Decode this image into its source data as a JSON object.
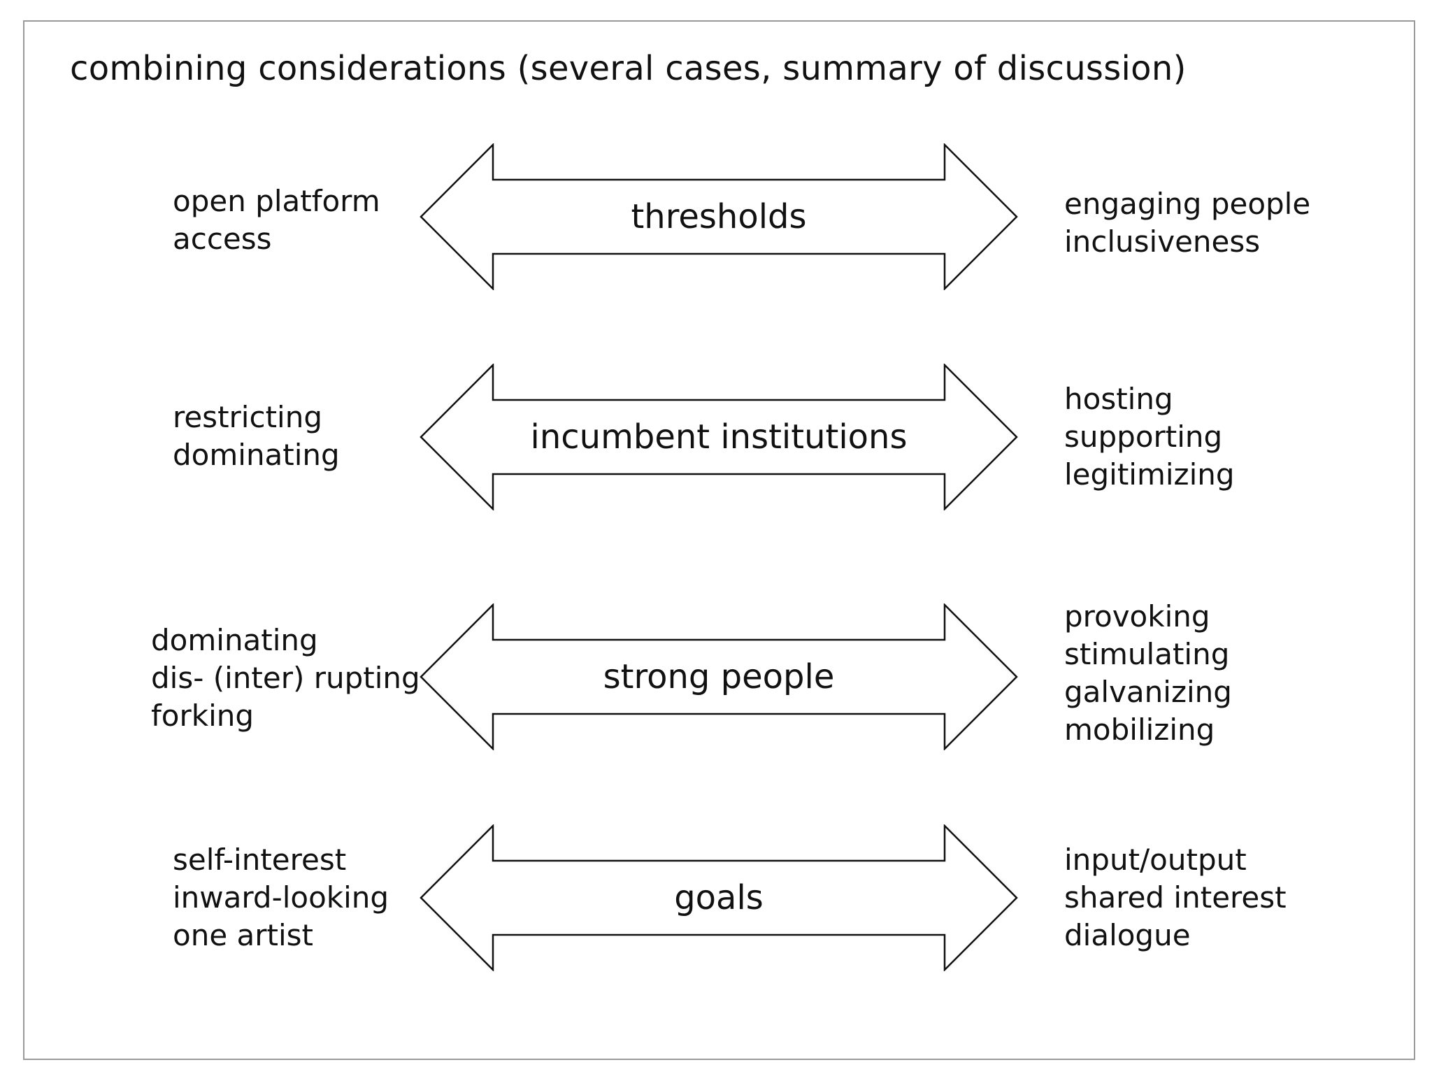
{
  "title": "combining considerations (several cases, summary of discussion)",
  "rows": [
    {
      "label": "thresholds",
      "left": [
        "open platform",
        "access"
      ],
      "right": [
        "engaging people",
        "inclusiveness"
      ]
    },
    {
      "label": "incumbent institutions",
      "left": [
        "restricting",
        "dominating"
      ],
      "right": [
        "hosting",
        "supporting",
        "legitimizing"
      ]
    },
    {
      "label": "strong people",
      "left": [
        "dominating",
        "dis- (inter) rupting",
        "forking"
      ],
      "right": [
        "provoking",
        "stimulating",
        "galvanizing",
        "mobilizing"
      ]
    },
    {
      "label": "goals",
      "left": [
        "self-interest",
        "inward-looking",
        "one artist"
      ],
      "right": [
        "input/output",
        "shared interest",
        "dialogue"
      ]
    }
  ]
}
